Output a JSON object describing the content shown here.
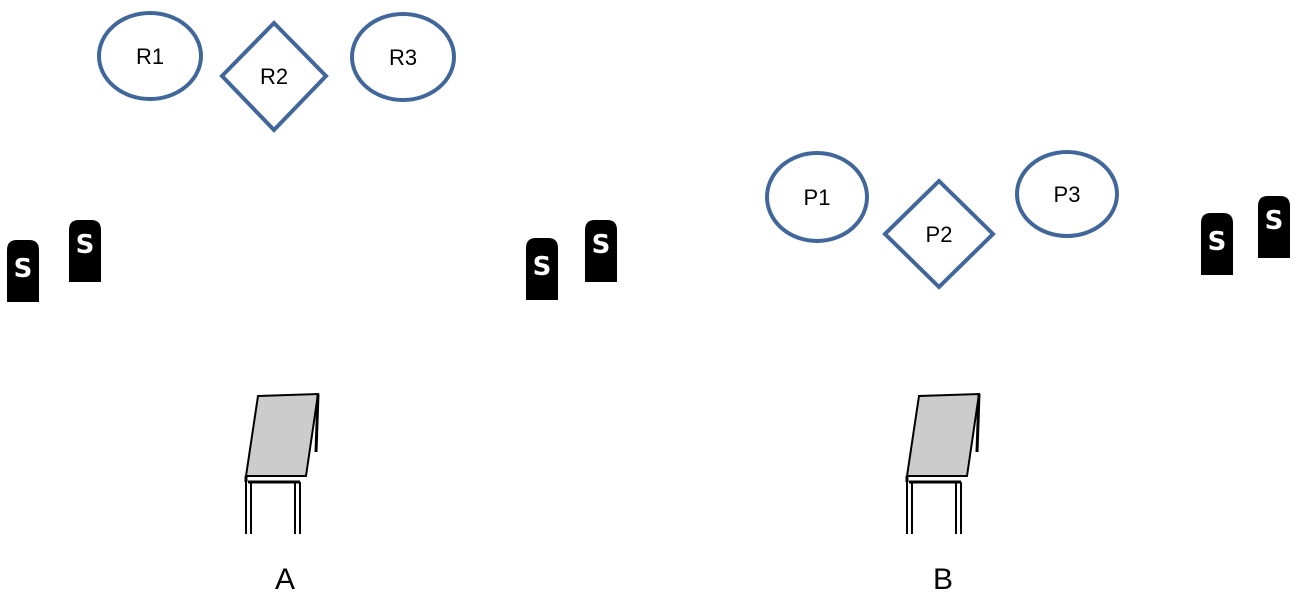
{
  "colors": {
    "node_stroke": "#41679a",
    "node_fill": "#ffffff",
    "table_top_fill": "#cccccc",
    "speaker_fill": "#000000",
    "speaker_text": "#ffffff"
  },
  "scene_a": {
    "label": "A",
    "nodes": {
      "r1": "R1",
      "r2": "R2",
      "r3": "R3"
    },
    "speaker_glyph": "S"
  },
  "scene_b": {
    "label": "B",
    "nodes": {
      "p1": "P1",
      "p2": "P2",
      "p3": "P3"
    },
    "speaker_glyph": "S"
  },
  "icons": {
    "speaker": "speaker-icon",
    "table": "table-icon"
  }
}
